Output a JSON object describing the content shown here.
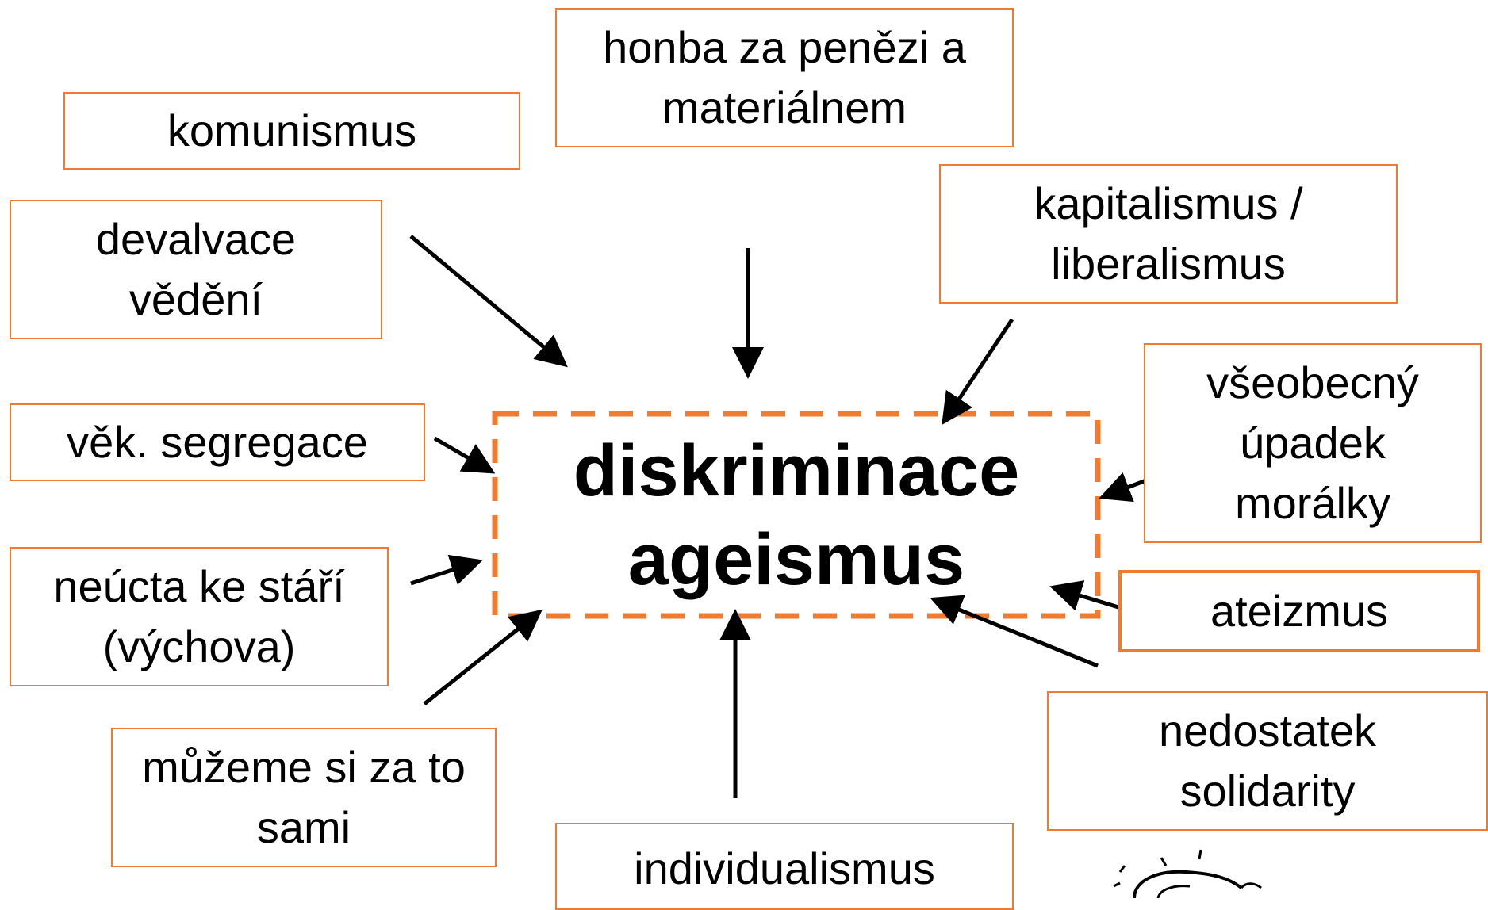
{
  "center": {
    "line1": "diskriminace",
    "line2": "ageismus"
  },
  "causes": {
    "komunismus": "komunismus",
    "honba": "honba za penězi a\nmateriálnem",
    "kapitalismus": "kapitalismus /\nliberalismus",
    "devalvace": "devalvace\nvědění",
    "vsobecny_upadek": "všeobecný\núpadek\nmorálky",
    "vek_segregace": "věk. segregace",
    "ateizmus": "ateizmus",
    "neucta": "neúcta ke stáří\n(výchova)",
    "muzeme": "můžeme si za to\nsami",
    "nedostatek": "nedostatek\nsolidarity",
    "individualismus": "individualismus"
  },
  "colors": {
    "box_border": "#f07a2d",
    "center_dashed_border": "#f07a2d",
    "arrow": "#000000",
    "text": "#000000"
  }
}
